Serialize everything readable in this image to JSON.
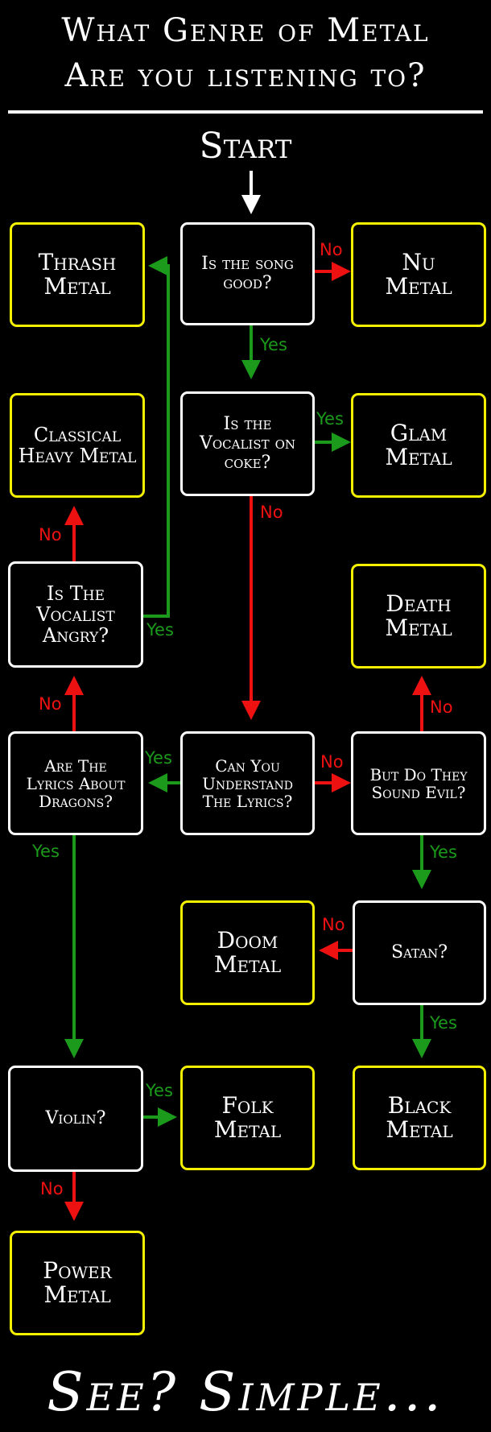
{
  "title": {
    "line1": "What Genre of Metal",
    "line2": "Are you listening to?"
  },
  "start": "Start",
  "footer": "See? Simple...",
  "nodes": {
    "song_good": "Is the song good?",
    "thrash": "Thrash Metal",
    "nu": "Nu Metal",
    "vocalist_coke": "Is the Vocalist on coke?",
    "glam": "Glam Metal",
    "classical": "Classical Heavy Metal",
    "vocalist_angry": "Is The Vocalist Angry?",
    "death": "Death Metal",
    "dragons": "Are The Lyrics About Dragons?",
    "understand": "Can You Understand The Lyrics?",
    "sound_evil": "But Do They Sound Evil?",
    "doom": "Doom Metal",
    "satan": "Satan?",
    "violin": "Violin?",
    "folk": "Folk Metal",
    "black": "Black Metal",
    "power": "Power Metal"
  },
  "labels": {
    "yes": "Yes",
    "no": "No"
  },
  "colors": {
    "yes_arrow": "#1b9a1b",
    "no_arrow": "#ee1111",
    "question_border": "#ffffff",
    "answer_border": "#f5f000",
    "background": "#000000"
  }
}
